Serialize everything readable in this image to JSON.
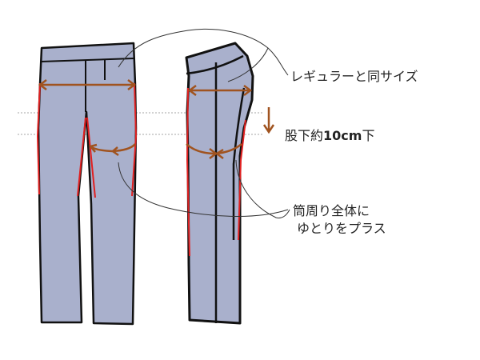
{
  "labels": {
    "same_size": "レギュラーと同サイズ",
    "crotch_prefix": "股下約",
    "crotch_amount": "10cm",
    "crotch_suffix": "下",
    "ease_line1": "筒周り全体に",
    "ease_line2": "ゆとりをプラス"
  },
  "colors": {
    "pants_fill": "#a9b0cc",
    "outline": "#111111",
    "measure_line": "#a0531f",
    "ease_line": "#e02020",
    "guide_line": "#b8b8b8"
  },
  "icons": [
    "down-arrow-icon",
    "double-arrow-icon"
  ]
}
